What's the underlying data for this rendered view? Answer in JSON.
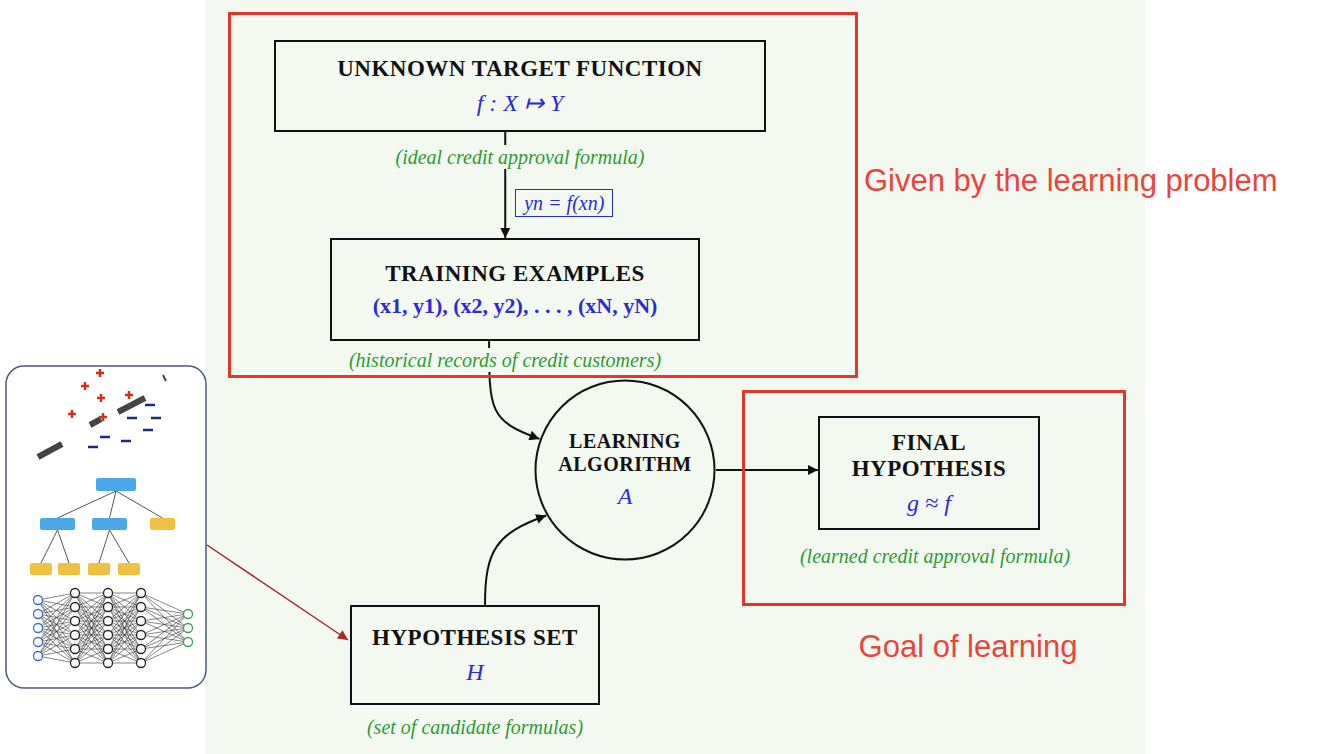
{
  "diagram": {
    "nodes": [
      {
        "text": [
          "Given by the learning problem"
        ]
      },
      {
        "text": [
          "UNKNOWN TARGET FUNCTION",
          "f : X ↦ Y"
        ],
        "in": 0
      },
      {
        "text": [
          "TRAINING EXAMPLES",
          "(x1, y1), (x2, y2), . . . , (xN, yN)"
        ],
        "in": 0
      },
      {
        "text": [
          "LEARNING ALGORITHM",
          "A"
        ]
      },
      {
        "text": [
          "Goal of learning"
        ]
      },
      {
        "text": [
          "FINAL HYPOTHESIS",
          "g ≈ f"
        ],
        "in": 4
      },
      {
        "text": [
          "HYPOTHESIS SET",
          "H"
        ]
      }
    ],
    "edges": [
      {
        "from": 1,
        "to": 2,
        "arrow": "to",
        "label": "yn = f(xn)"
      },
      {
        "from": 2,
        "to": 3,
        "arrow": "to"
      },
      {
        "from": 6,
        "to": 3,
        "arrow": "to"
      },
      {
        "from": 3,
        "to": 5,
        "arrow": "to"
      }
    ],
    "labels": [
      "(ideal credit approval formula)",
      "(historical records of credit customers)",
      "(learned credit approval formula)",
      "(set of candidate formulas)"
    ]
  }
}
